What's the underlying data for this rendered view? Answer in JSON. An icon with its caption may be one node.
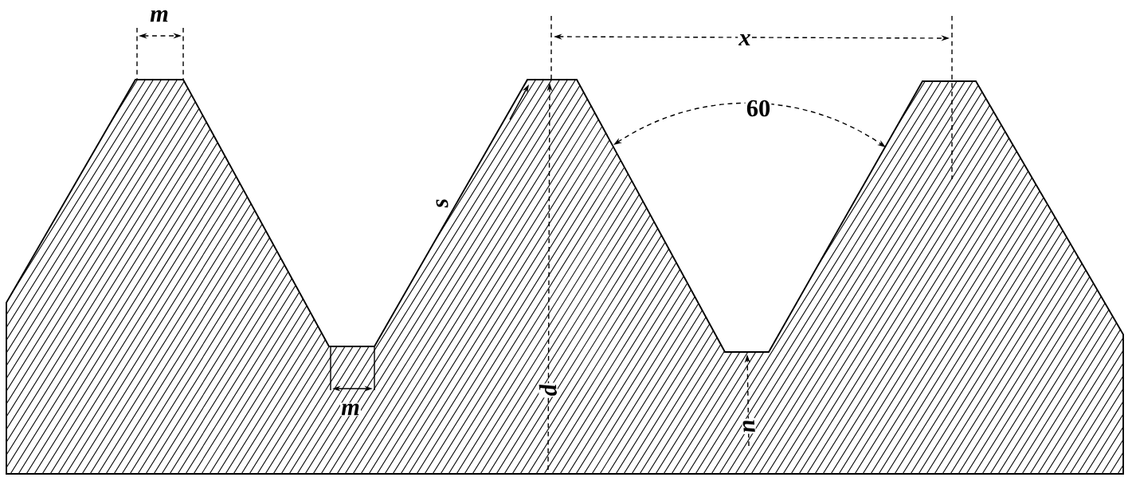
{
  "diagram": {
    "labels": [
      "m",
      "x",
      "60",
      "s",
      "m",
      "d",
      "n"
    ]
  }
}
